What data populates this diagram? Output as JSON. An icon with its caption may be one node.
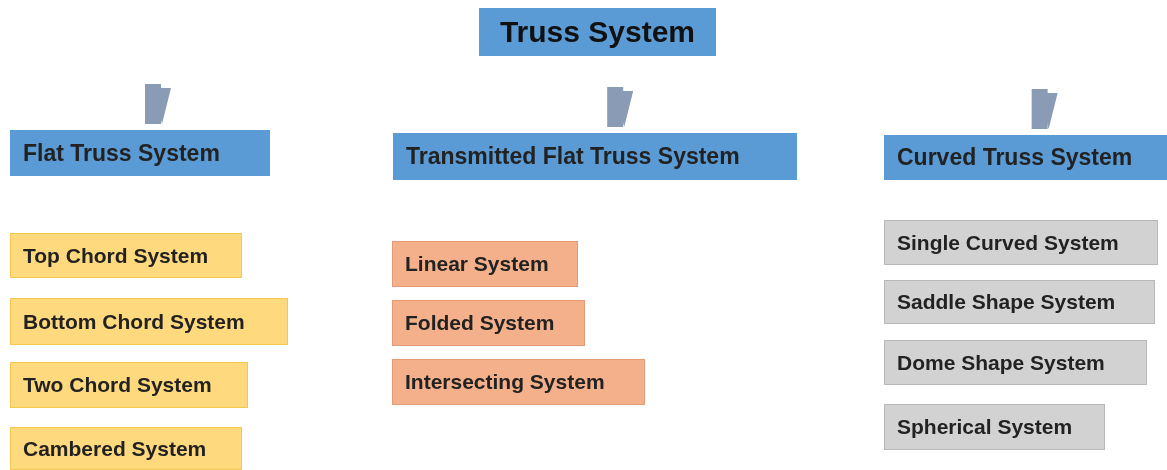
{
  "diagram": {
    "title": "Truss System",
    "nodes": [
      {
        "text": [
          "Flat Truss System"
        ]
      },
      {
        "text": [
          "Transmitted Flat Truss System"
        ]
      },
      {
        "text": [
          "Curved Truss System"
        ]
      },
      {
        "text": [
          "Top Chord System"
        ]
      },
      {
        "text": [
          "Bottom Chord System"
        ]
      },
      {
        "text": [
          "Two Chord System"
        ]
      },
      {
        "text": [
          "Cambered System"
        ]
      },
      {
        "text": [
          "Linear System"
        ]
      },
      {
        "text": [
          "Folded System"
        ]
      },
      {
        "text": [
          "Intersecting System"
        ]
      },
      {
        "text": [
          "Single Curved System"
        ]
      },
      {
        "text": [
          "Saddle Shape System"
        ]
      },
      {
        "text": [
          "Dome Shape System"
        ]
      },
      {
        "text": [
          "Spherical System"
        ]
      }
    ],
    "edges": [
      {
        "from": null,
        "to": 0,
        "arrow": "to"
      },
      {
        "from": null,
        "to": 1,
        "arrow": "to"
      },
      {
        "from": null,
        "to": 2,
        "arrow": "to"
      }
    ]
  }
}
